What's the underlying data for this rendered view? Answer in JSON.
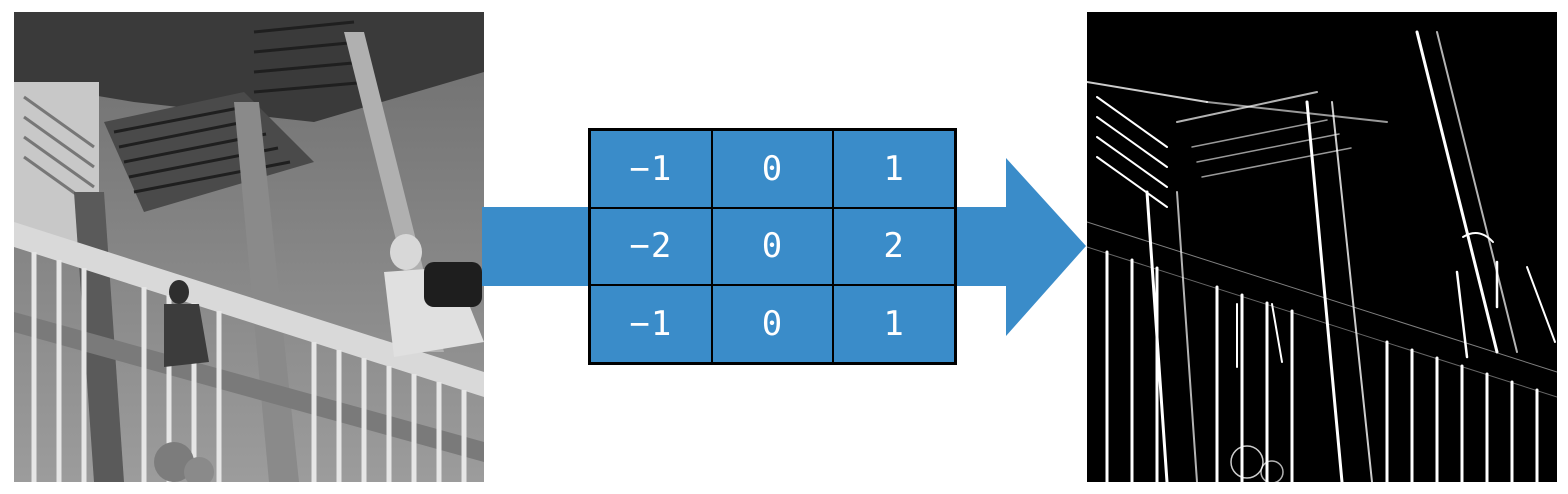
{
  "colors": {
    "kernel_fill": "#3a8cc9",
    "arrow_fill": "#3a8cc9",
    "grid_line": "#000000",
    "cell_text": "#ffffff"
  },
  "input_image": {
    "kind": "grayscale photograph of a staircase with people climbing"
  },
  "output_image": {
    "kind": "edge-detected (horizontal gradient) version of the staircase photo"
  },
  "kernel": {
    "rows": [
      [
        "−1",
        "0",
        "1"
      ],
      [
        "−2",
        "0",
        "2"
      ],
      [
        "−1",
        "0",
        "1"
      ]
    ]
  }
}
